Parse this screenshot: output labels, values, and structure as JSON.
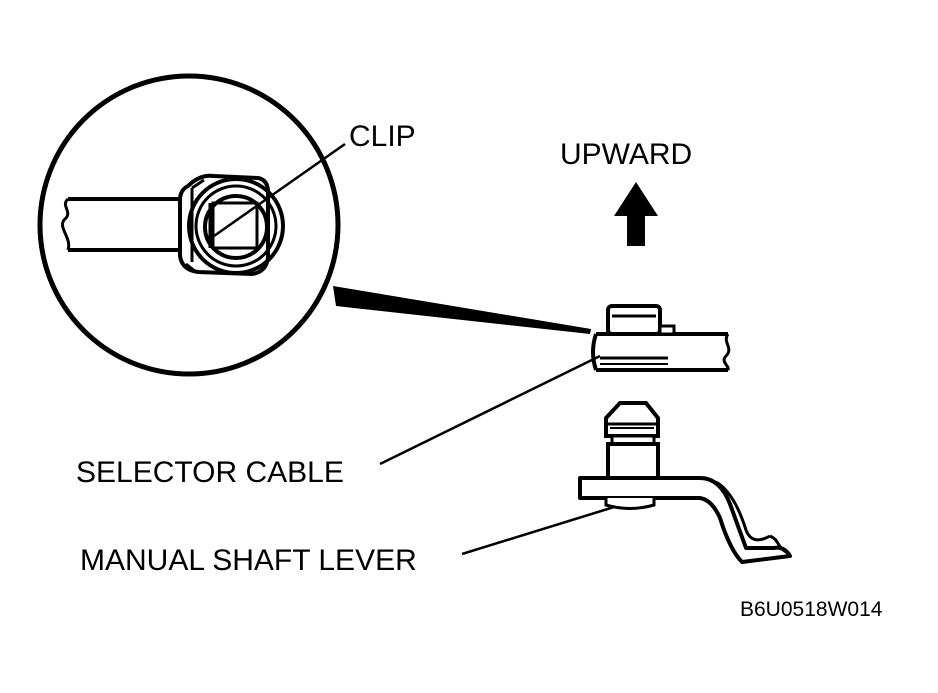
{
  "labels": {
    "clip": "CLIP",
    "upward": "UPWARD",
    "selector_cable": "SELECTOR CABLE",
    "manual_shaft_lever": "MANUAL SHAFT LEVER",
    "figure_code": "B6U0518W014"
  },
  "colors": {
    "ink": "#000000",
    "paper": "#ffffff"
  }
}
